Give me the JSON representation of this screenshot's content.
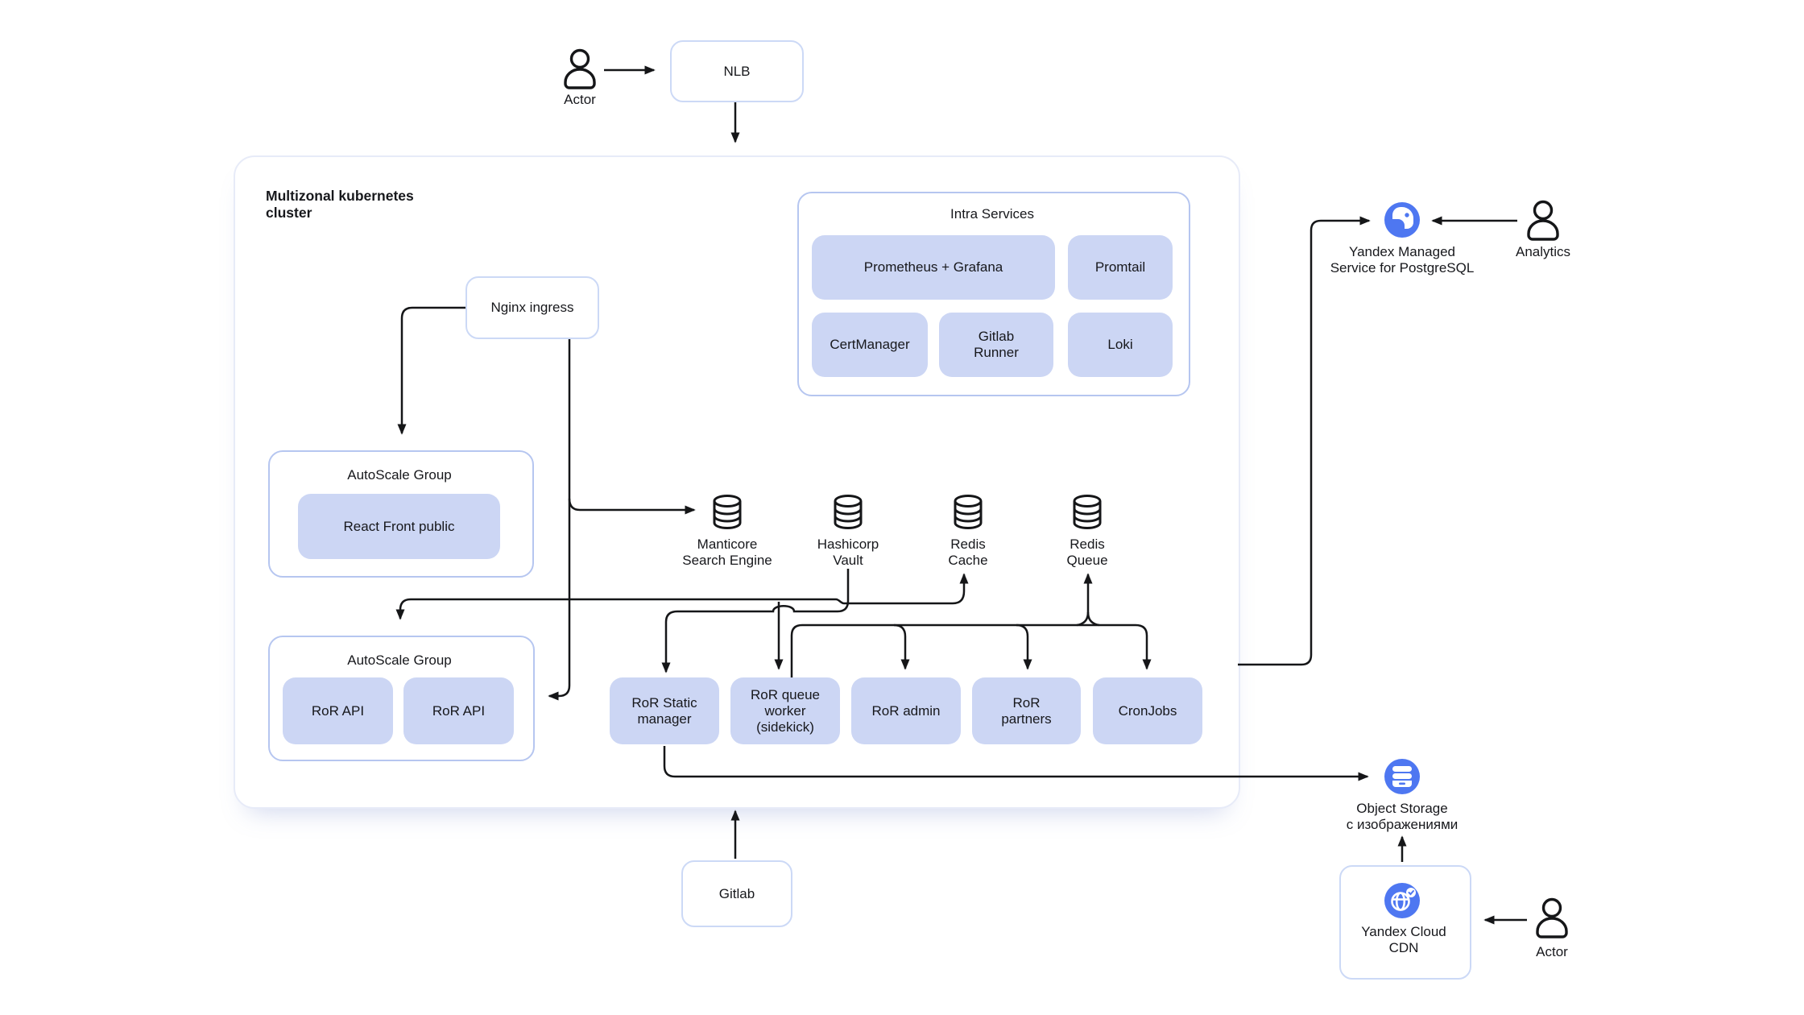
{
  "palette": {
    "accent_blue": "#4e77f1",
    "node_fill": "#ccd6f4",
    "node_border": "#b6c6f0",
    "outer_border": "#ccd9f6",
    "cluster_border": "#e7ebf8",
    "line_color": "#151618"
  },
  "nodes": {
    "actor_top": {
      "label": "Actor"
    },
    "nlb": {
      "label": "NLB"
    },
    "cluster": {
      "title": "Multizonal kubernetes\ncluster"
    },
    "nginx": {
      "label": "Nginx ingress"
    },
    "intra_services": {
      "title": "Intra Services",
      "items": [
        {
          "label": "Prometheus + Grafana"
        },
        {
          "label": "Promtail"
        },
        {
          "label": "CertManager"
        },
        {
          "label": "Gitlab\nRunner"
        },
        {
          "label": "Loki"
        }
      ]
    },
    "asg_front": {
      "title": "AutoScale Group",
      "items": [
        {
          "label": "React Front public"
        }
      ]
    },
    "asg_api": {
      "title": "AutoScale Group",
      "items": [
        {
          "label": "RoR API"
        },
        {
          "label": "RoR API"
        }
      ]
    },
    "datastores": [
      {
        "label": "Manticore\nSearch Engine",
        "icon": "database-icon"
      },
      {
        "label": "Hashicorp\nVault",
        "icon": "database-icon"
      },
      {
        "label": "Redis\nCache",
        "icon": "database-icon"
      },
      {
        "label": "Redis\nQueue",
        "icon": "database-icon"
      }
    ],
    "workers": [
      {
        "label": "RoR Static\nmanager"
      },
      {
        "label": "RoR queue\nworker\n(sidekick)"
      },
      {
        "label": "RoR admin"
      },
      {
        "label": "RoR\npartners"
      },
      {
        "label": "CronJobs"
      }
    ],
    "gitlab": {
      "label": "Gitlab"
    },
    "postgres": {
      "label": "Yandex Managed\nService for PostgreSQL",
      "icon": "postgres-elephant-icon"
    },
    "analytics": {
      "label": "Analytics",
      "icon": "person-icon"
    },
    "object_storage": {
      "label": "Object Storage\nс изображениями",
      "icon": "object-storage-icon"
    },
    "cdn": {
      "label": "Yandex Cloud\nCDN",
      "icon": "cdn-globe-icon"
    },
    "actor_bottom": {
      "label": "Actor"
    }
  }
}
